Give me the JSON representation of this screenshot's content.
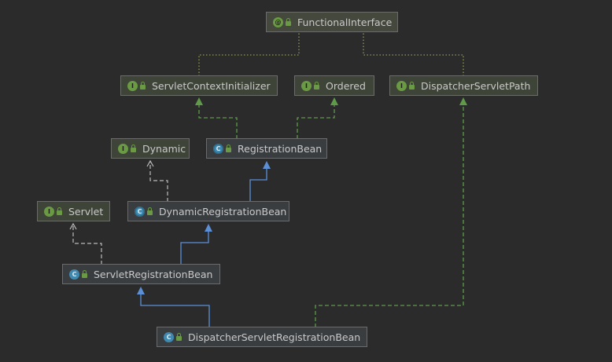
{
  "nodes": {
    "functional_interface": {
      "label": "FunctionalInterface",
      "kind": "annotation"
    },
    "servlet_context_initializer": {
      "label": "ServletContextInitializer",
      "kind": "interface"
    },
    "ordered": {
      "label": "Ordered",
      "kind": "interface"
    },
    "dispatcher_servlet_path": {
      "label": "DispatcherServletPath",
      "kind": "interface"
    },
    "dynamic": {
      "label": "Dynamic",
      "kind": "interface"
    },
    "registration_bean": {
      "label": "RegistrationBean",
      "kind": "abstract-class"
    },
    "servlet": {
      "label": "Servlet",
      "kind": "interface"
    },
    "dynamic_registration_bean": {
      "label": "DynamicRegistrationBean",
      "kind": "abstract-class"
    },
    "servlet_registration_bean": {
      "label": "ServletRegistrationBean",
      "kind": "class"
    },
    "dispatcher_servlet_registration_bean": {
      "label": "DispatcherServletRegistrationBean",
      "kind": "class"
    }
  },
  "edges": [
    {
      "from": "servlet_context_initializer",
      "to": "functional_interface",
      "type": "annotated"
    },
    {
      "from": "dispatcher_servlet_path",
      "to": "functional_interface",
      "type": "annotated"
    },
    {
      "from": "registration_bean",
      "to": "servlet_context_initializer",
      "type": "implements"
    },
    {
      "from": "registration_bean",
      "to": "ordered",
      "type": "implements"
    },
    {
      "from": "dynamic_registration_bean",
      "to": "registration_bean",
      "type": "extends"
    },
    {
      "from": "dynamic_registration_bean",
      "to": "dynamic",
      "type": "depends"
    },
    {
      "from": "servlet_registration_bean",
      "to": "dynamic_registration_bean",
      "type": "extends"
    },
    {
      "from": "servlet_registration_bean",
      "to": "servlet",
      "type": "depends"
    },
    {
      "from": "dispatcher_servlet_registration_bean",
      "to": "servlet_registration_bean",
      "type": "extends"
    },
    {
      "from": "dispatcher_servlet_registration_bean",
      "to": "dispatcher_servlet_path",
      "type": "implements"
    }
  ],
  "colors": {
    "background": "#2b2b2b",
    "extends_line": "#5b8fd6",
    "implements_line": "#5e9a4a",
    "depends_line": "#bbbbbb",
    "annotation_line": "#8f9a56"
  },
  "icons": {
    "interface": "interface-icon",
    "class": "class-icon",
    "abstract-class": "abstract-class-icon",
    "annotation": "annotation-icon"
  }
}
